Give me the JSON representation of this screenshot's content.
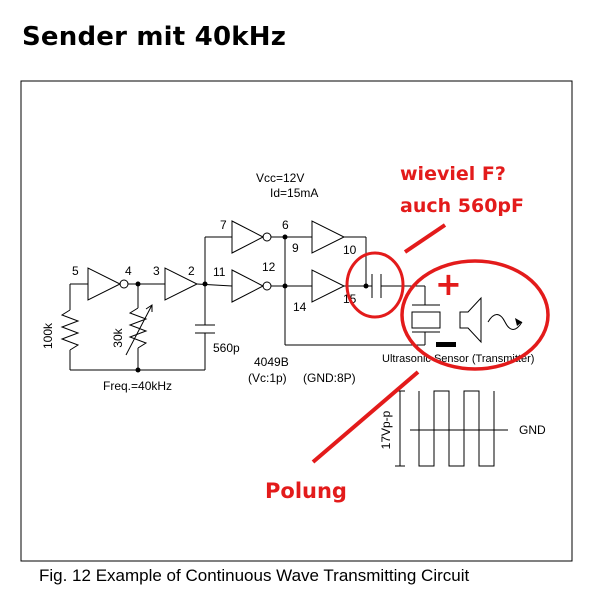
{
  "title": "Sender mit 40kHz",
  "caption": "Fig. 12  Example of Continuous Wave Transmitting Circuit",
  "circuit": {
    "supply_voltage": "Vcc=12V",
    "supply_current": "Id=15mA",
    "ic_name": "4049B",
    "ic_vc": "(Vc:1p)",
    "ic_gnd": "(GND:8P)",
    "pins": [
      "5",
      "4",
      "3",
      "2",
      "7",
      "6",
      "9",
      "10",
      "11",
      "12",
      "14",
      "15"
    ],
    "resistor_fixed": "100k",
    "resistor_variable": "30k",
    "capacitor": "560p",
    "frequency": "Freq.=40kHz",
    "sensor_label": "Ultrasonic Sensor (Transmitter)",
    "amplitude": "17Vp-p",
    "ground": "GND"
  },
  "annotations": {
    "question_line1": "wieviel F?",
    "question_line2": "auch 560pF",
    "plus": "+",
    "polarity": "Polung"
  },
  "colors": {
    "annotation": "#e31b1b",
    "frame": "#000000"
  }
}
